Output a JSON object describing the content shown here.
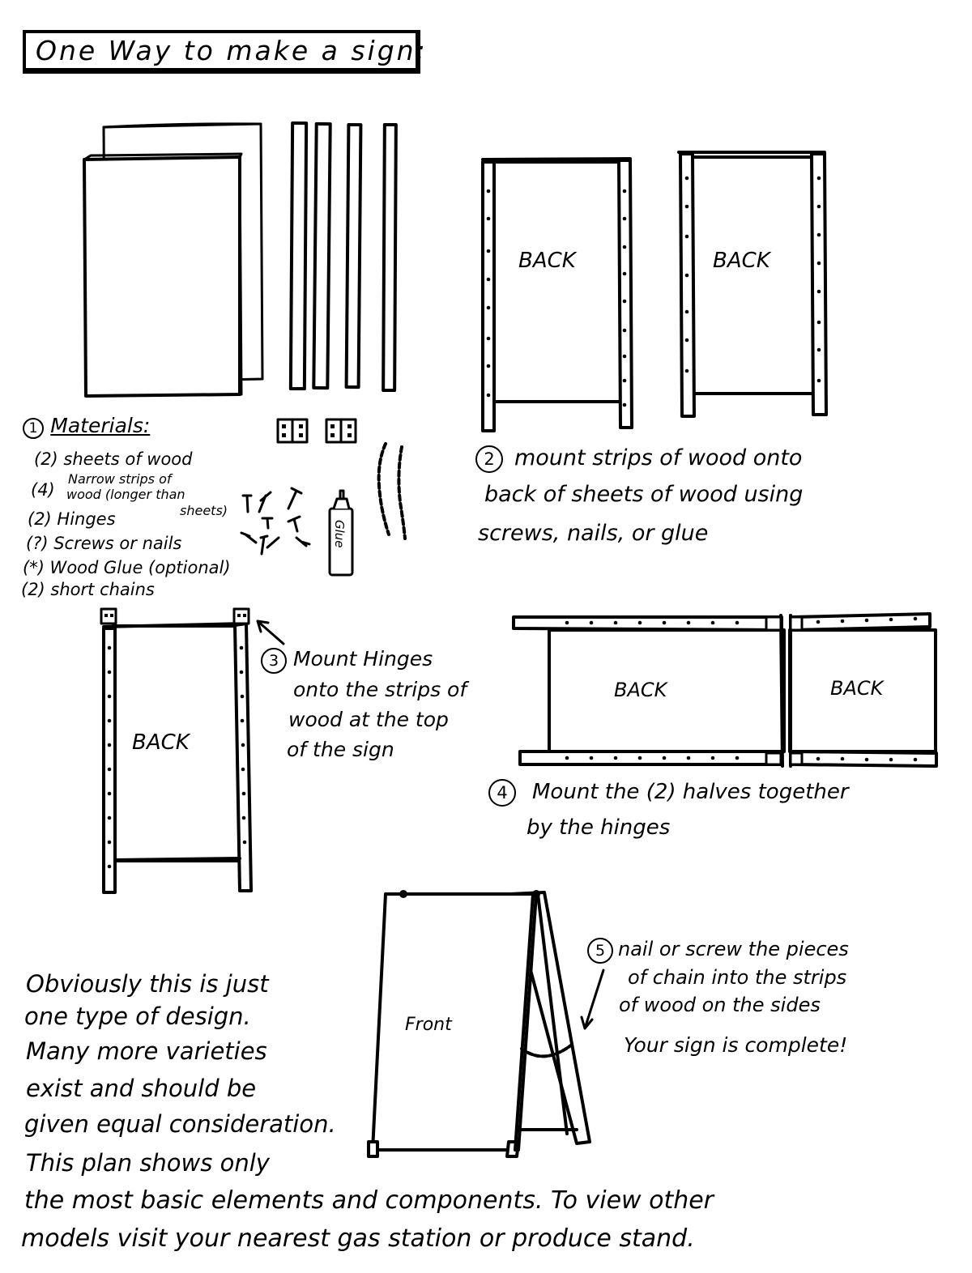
{
  "title": "One Way to make a sign:",
  "diagram_labels": {
    "back": "BACK",
    "front": "Front",
    "glue": "Glue"
  },
  "step1": {
    "number": "1",
    "heading": "Materials:",
    "items": [
      "(2) sheets of wood",
      "(4) Narrow strips of wood (longer than sheets)",
      "(2) Hinges",
      "(?) Screws or nails",
      "(*) Wood Glue (optional)",
      "(2) short chains"
    ],
    "item1": "(2) sheets of wood",
    "item2_count": "(4)",
    "item2_line1": "Narrow strips of",
    "item2_line2": "wood (longer than",
    "item2_line3": "sheets)",
    "item3": "(2) Hinges",
    "item4": "(?) Screws or nails",
    "item5": "(*) Wood Glue (optional)",
    "item6": "(2) short chains"
  },
  "step2": {
    "number": "2",
    "line1": "mount strips of wood onto",
    "line2": "back of sheets of wood using",
    "line3": "screws, nails, or glue"
  },
  "step3": {
    "number": "3",
    "line1": "Mount Hinges",
    "line2": "onto the strips of",
    "line3": "wood at the top",
    "line4": "of the sign"
  },
  "step4": {
    "number": "4",
    "line1": "Mount the (2) halves together",
    "line2": "by the hinges"
  },
  "step5": {
    "number": "5",
    "line1": "nail or screw the pieces",
    "line2": "of chain into the strips",
    "line3": "of wood on the sides",
    "line4": "Your sign is complete!"
  },
  "closing_note": {
    "line1": "Obviously this is just",
    "line2": "one type of design.",
    "line3": "Many more varieties",
    "line4": "exist and should be",
    "line5": "given equal consideration.",
    "line6": "This plan shows only",
    "line7": "the most basic elements and components. To view other",
    "line8": "models visit your nearest gas station or produce stand."
  }
}
